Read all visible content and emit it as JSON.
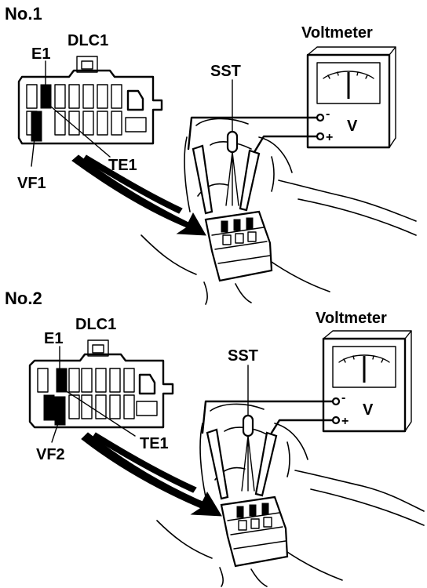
{
  "diagrams": [
    {
      "heading": "No.1",
      "connector_name": "DLC1",
      "terminal_e1": "E1",
      "terminal_te1": "TE1",
      "terminal_vf": "VF1",
      "tool_label": "SST",
      "meter_title": "Voltmeter",
      "meter_unit": "V",
      "meter_minus": "-",
      "meter_plus": "+"
    },
    {
      "heading": "No.2",
      "connector_name": "DLC1",
      "terminal_e1": "E1",
      "terminal_te1": "TE1",
      "terminal_vf": "VF2",
      "tool_label": "SST",
      "meter_title": "Voltmeter",
      "meter_unit": "V",
      "meter_minus": "-",
      "meter_plus": "+"
    }
  ]
}
